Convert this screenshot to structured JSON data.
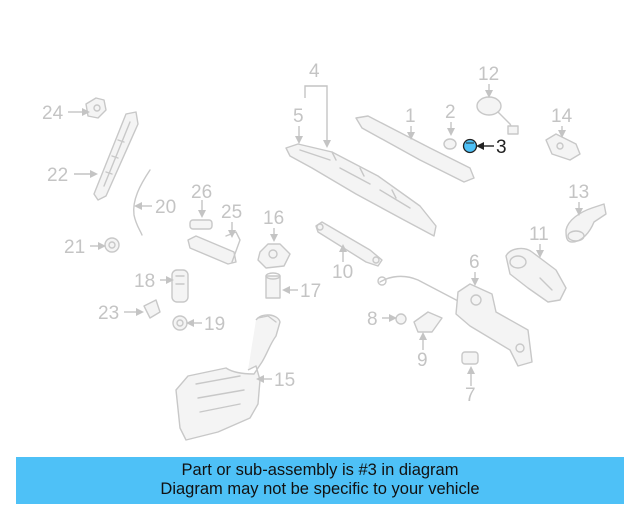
{
  "highlighted_part": "3",
  "highlight_color": "#4ec1f7",
  "banner": {
    "line1": "Part or sub-assembly is #3 in diagram",
    "line2": "Diagram may not be specific to your vehicle"
  },
  "callouts": {
    "c1": "1",
    "c2": "2",
    "c3": "3",
    "c4": "4",
    "c5": "5",
    "c6": "6",
    "c7": "7",
    "c8": "8",
    "c9": "9",
    "c10": "10",
    "c11": "11",
    "c12": "12",
    "c13": "13",
    "c14": "14",
    "c15": "15",
    "c16": "16",
    "c17": "17",
    "c18": "18",
    "c19": "19",
    "c20": "20",
    "c21": "21",
    "c22": "22",
    "c23": "23",
    "c24": "24",
    "c25": "25",
    "c26": "26"
  }
}
